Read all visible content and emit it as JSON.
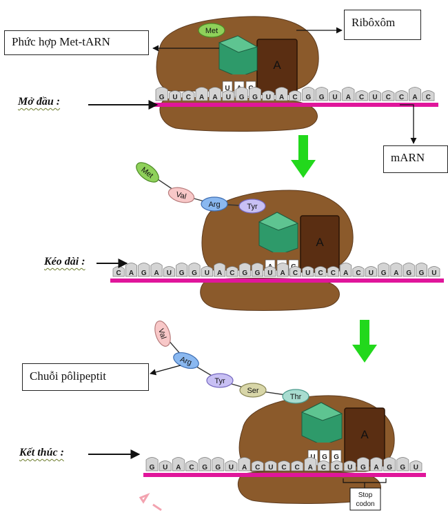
{
  "callouts": {
    "met_complex": "Phức hợp Met-tARN",
    "ribosome": "Ribôxôm",
    "mrna": "mARN",
    "polypeptide": "Chuỗi pôlipeptit"
  },
  "stages": {
    "initiation": "Mở đầu :",
    "elongation": "Kéo dài :",
    "termination": "Kết thúc :"
  },
  "site_label": "A",
  "stop_codon": [
    "Stop",
    "codon"
  ],
  "colors": {
    "ribosome": "#8b5a2b",
    "ribosome_dark": "#5c3a1e",
    "a_site": "#5a2e12",
    "trna": "#2e9a6a",
    "mrna_strand": "#e0169b",
    "arrow_green": "#22d81c",
    "codon_fill": "#d4d4d4"
  },
  "panels": [
    {
      "mrna": [
        "G",
        "U",
        "C",
        "A",
        "A",
        "U",
        "G",
        "G",
        "U",
        "A",
        "C",
        "G",
        "G",
        "U",
        "A",
        "C",
        "U",
        "C",
        "C",
        "A",
        "C"
      ],
      "anticodon": [
        "U",
        "A",
        "C"
      ],
      "chain": [
        "Met"
      ]
    },
    {
      "mrna": [
        "C",
        "A",
        "G",
        "A",
        "U",
        "G",
        "G",
        "U",
        "A",
        "C",
        "G",
        "G",
        "U",
        "A",
        "C",
        "U",
        "C",
        "C",
        "A",
        "C",
        "U",
        "G",
        "A",
        "G",
        "G",
        "U"
      ],
      "anticodon": [
        "A",
        "U",
        "G"
      ],
      "chain": [
        "Met",
        "Val",
        "Arg",
        "Tyr"
      ]
    },
    {
      "mrna": [
        "G",
        "U",
        "A",
        "C",
        "G",
        "G",
        "U",
        "A",
        "C",
        "U",
        "C",
        "C",
        "A",
        "C",
        "C",
        "U",
        "G",
        "A",
        "G",
        "G",
        "U"
      ],
      "anticodon": [
        "U",
        "G",
        "G"
      ],
      "chain": [
        "Val",
        "Arg",
        "Tyr",
        "Ser",
        "Thr"
      ]
    }
  ]
}
